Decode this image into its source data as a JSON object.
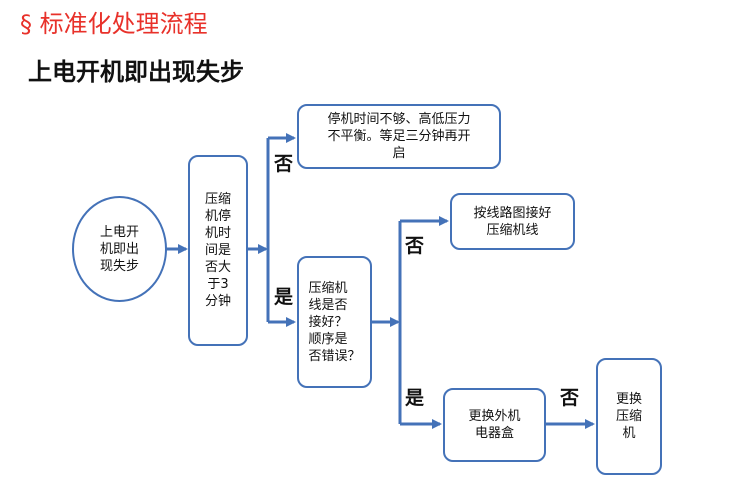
{
  "header": {
    "title": "§ 标准化处理流程",
    "subtitle": "上电开机即出现失步"
  },
  "nodes": {
    "start": "上电开\n机即出\n现失步",
    "check_time": "压缩\n机停\n机时\n间是\n否大\n于3\n分钟",
    "wait": "停机时间不够、高低压力\n不平衡。等足三分钟再开\n启",
    "check_wiring": "压缩机\n线是否\n接好？\n顺序是\n否错误？",
    "rewire": "按线路图接好\n压缩机线",
    "replace_box": "更换外机\n电器盒",
    "replace_compressor": "更换\n压缩\n机"
  },
  "labels": {
    "no_1": "否",
    "yes_1": "是",
    "no_2": "否",
    "yes_2": "是",
    "no_3": "否"
  },
  "colors": {
    "accent": "#4472b8",
    "title": "#e8312a"
  }
}
